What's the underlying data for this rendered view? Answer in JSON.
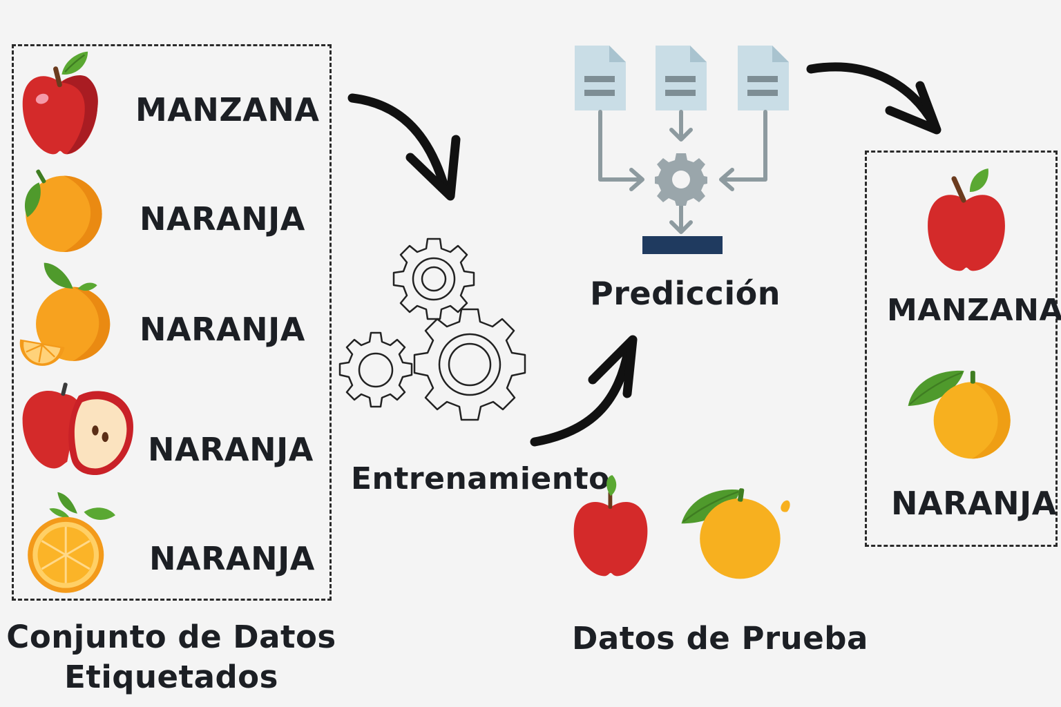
{
  "training_set": {
    "caption": "Conjunto de Datos Etiquetados",
    "items": [
      {
        "label": "MANZANA",
        "fruit": "apple"
      },
      {
        "label": "NARANJA",
        "fruit": "orange"
      },
      {
        "label": "NARANJA",
        "fruit": "orange-with-slice"
      },
      {
        "label": "NARANJA",
        "fruit": "apple-halved"
      },
      {
        "label": "NARANJA",
        "fruit": "orange-sliced"
      }
    ]
  },
  "training": {
    "label": "Entrenamiento",
    "icon": "gears-icon"
  },
  "prediction": {
    "label": "Predicción",
    "icon": "documents-to-gear-icon"
  },
  "test_data": {
    "caption": "Datos de Prueba",
    "fruits": [
      "apple",
      "orange"
    ]
  },
  "results": {
    "items": [
      {
        "label": "MANZANA",
        "fruit": "apple"
      },
      {
        "label": "NARANJA",
        "fruit": "orange"
      }
    ]
  },
  "colors": {
    "apple_red": "#d42a2a",
    "orange": "#f7a21f",
    "leaf_green": "#5aa832",
    "doc_blue": "#c9dde6",
    "connector_gray": "#8d9a9f",
    "output_bar": "#1f3a5f"
  }
}
